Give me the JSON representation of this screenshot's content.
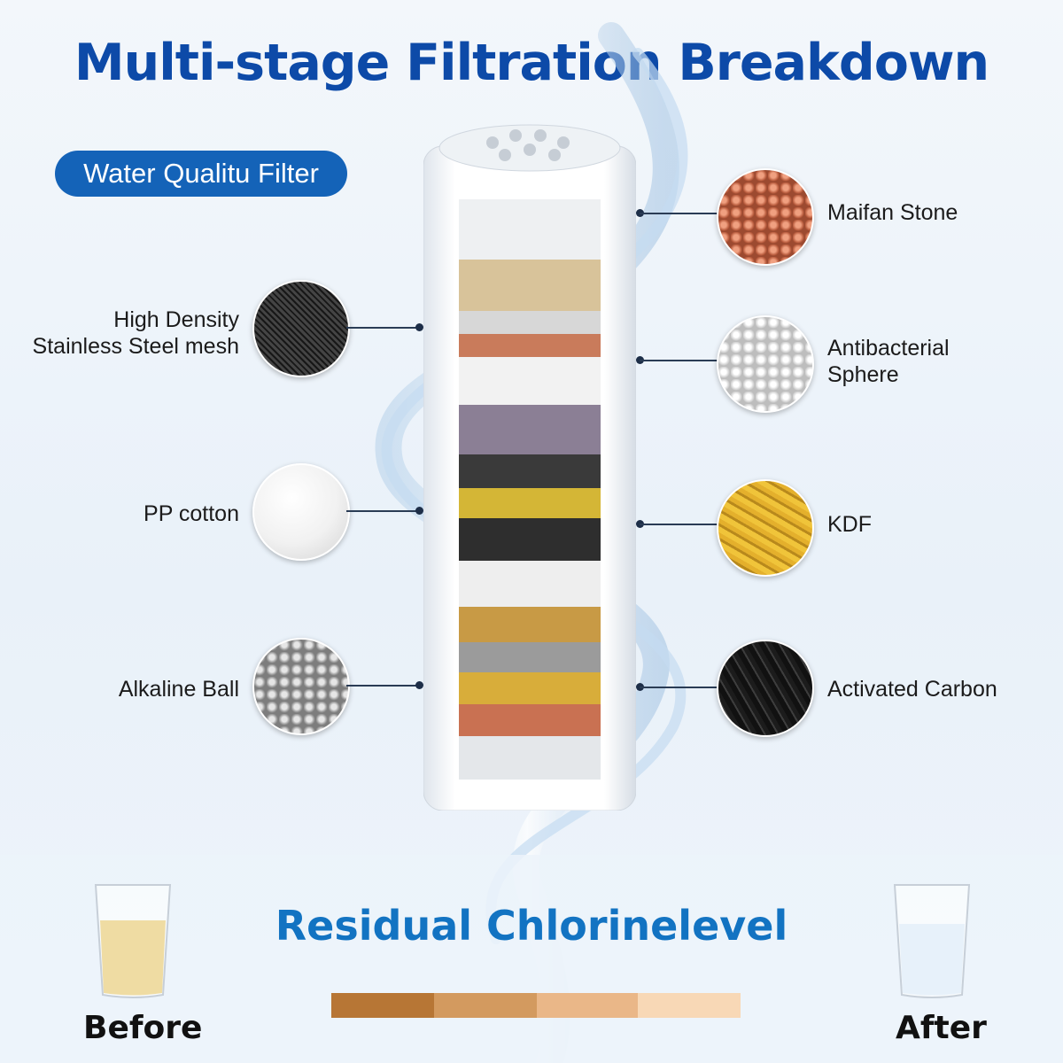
{
  "header": {
    "title": "Multi-stage Filtration Breakdown"
  },
  "badge": {
    "label": "Water Qualitu Filter",
    "color": "#1463b8"
  },
  "left_layers": [
    {
      "line1": "High Density",
      "line2": "Stainless Steel mesh",
      "swatch": "mesh"
    },
    {
      "line1": "PP cotton",
      "line2": "",
      "swatch": "cotton"
    },
    {
      "line1": "Alkaline Ball",
      "line2": "",
      "swatch": "alkaline"
    }
  ],
  "right_layers": [
    {
      "line1": "Maifan Stone",
      "line2": "",
      "swatch": "maifan"
    },
    {
      "line1": "Antibacterial",
      "line2": "Sphere",
      "swatch": "antibacterial"
    },
    {
      "line1": "KDF",
      "line2": "",
      "swatch": "kdf"
    },
    {
      "line1": "Activated Carbon",
      "line2": "",
      "swatch": "carbon"
    }
  ],
  "chlorine": {
    "title": "Residual Chlorinelevel",
    "before_label": "Before",
    "after_label": "After",
    "bar_colors": [
      "#b77635",
      "#d39a5f",
      "#eab788",
      "#f8d8b6"
    ]
  },
  "colors": {
    "title": "#0d4aa8",
    "subtitle": "#1273c2"
  }
}
